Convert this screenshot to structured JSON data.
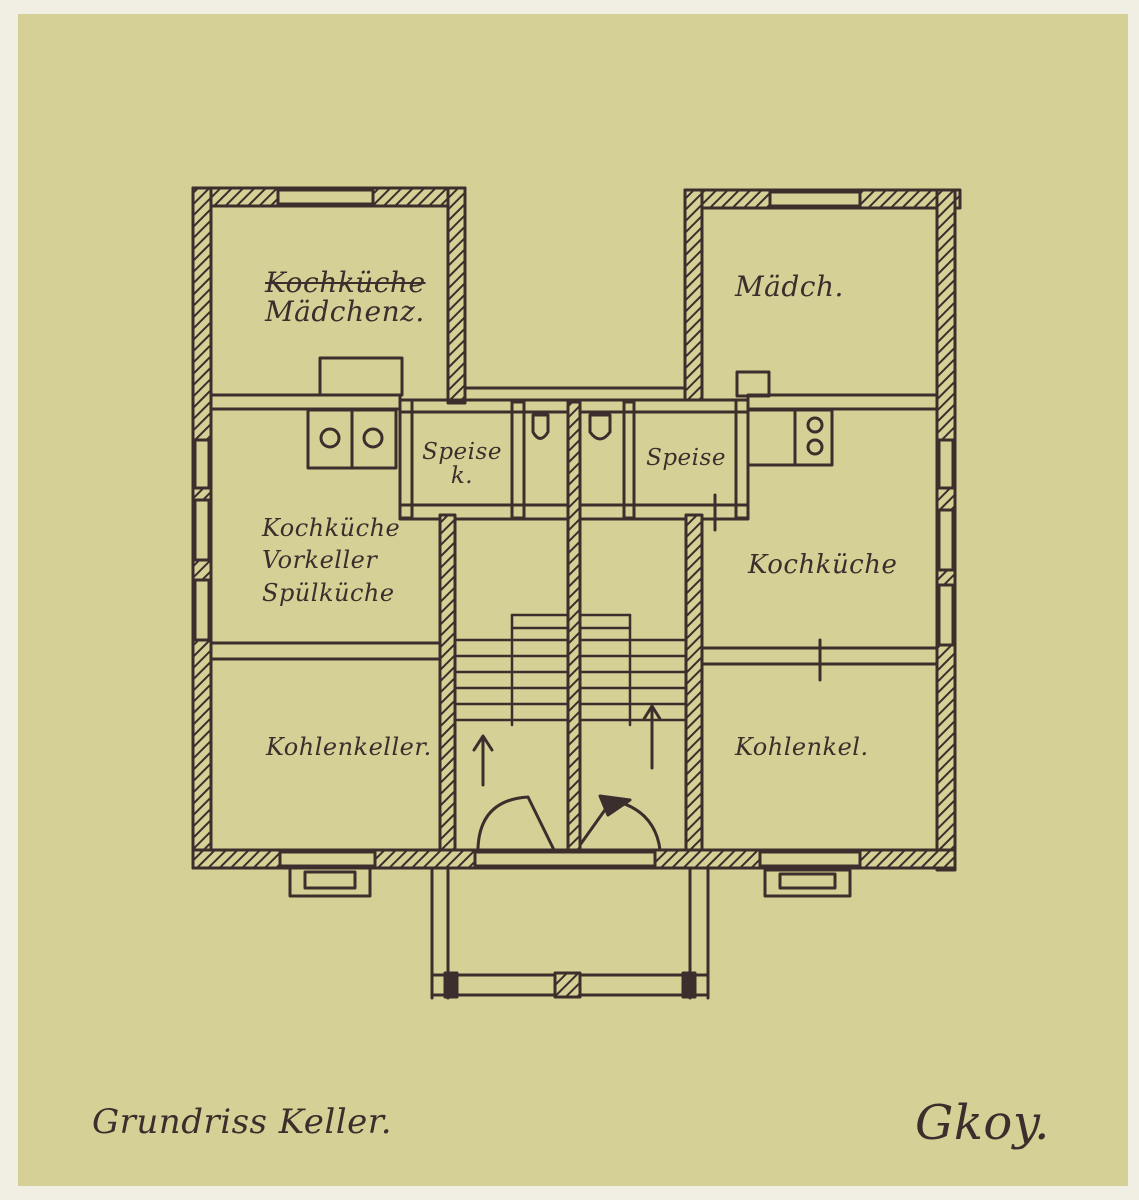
{
  "colors": {
    "paper": "#d5d196",
    "mat": "#f1efe4",
    "ink": "#3a2f2c"
  },
  "rooms": {
    "top_left": {
      "struck_label": "Kochküche",
      "label": "Mädchenz."
    },
    "top_right": {
      "label": "Mädch."
    },
    "pantry_left": {
      "line1": "Speise",
      "line2": "k."
    },
    "pantry_right": {
      "label": "Speise"
    },
    "left_middle": {
      "line1": "Kochküche",
      "line2": "Vorkeller",
      "line3": "Spülküche"
    },
    "right_middle": {
      "label": "Kochküche"
    },
    "left_bottom": {
      "label": "Kohlenkeller."
    },
    "right_bottom": {
      "label": "Kohlenkel."
    }
  },
  "caption": "Grundriss Keller.",
  "signature": "Gkoy."
}
